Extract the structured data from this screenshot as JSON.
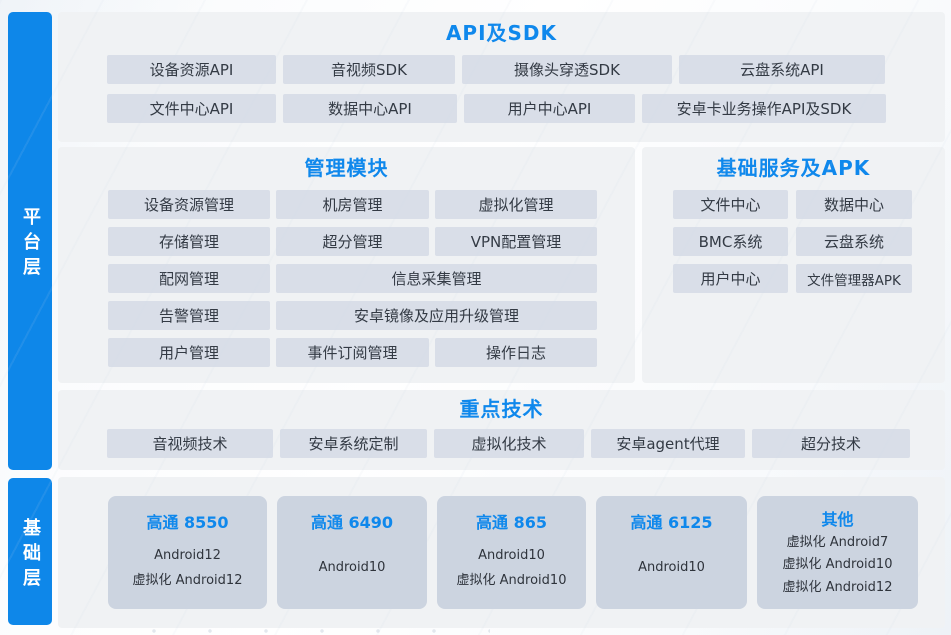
{
  "accent_color": "#0f88ec",
  "rail_color": "#0e87e9",
  "panel_color": "#f0f2f4",
  "box_color": "#d9dee8",
  "card_color": "#ccd4e0",
  "rail": {
    "platform_label": "平台层",
    "base_label": "基础层"
  },
  "sections": {
    "api": {
      "title": "API及SDK",
      "row1": [
        "设备资源API",
        "音视频SDK",
        "摄像头穿透SDK",
        "云盘系统API"
      ],
      "row2": [
        "文件中心API",
        "数据中心API",
        "用户中心API",
        "安卓卡业务操作API及SDK"
      ]
    },
    "management": {
      "title": "管理模块",
      "items": [
        "设备资源管理",
        "机房管理",
        "虚拟化管理",
        "存储管理",
        "超分管理",
        "VPN配置管理",
        "配网管理",
        "信息采集管理",
        "告警管理",
        "安卓镜像及应用升级管理",
        "用户管理",
        "事件订阅管理",
        "操作日志"
      ]
    },
    "services": {
      "title": "基础服务及APK",
      "items": [
        "文件中心",
        "数据中心",
        "BMC系统",
        "云盘系统",
        "用户中心",
        "文件管理器APK"
      ]
    },
    "tech": {
      "title": "重点技术",
      "items": [
        "音视频技术",
        "安卓系统定制",
        "虚拟化技术",
        "安卓agent代理",
        "超分技术"
      ]
    },
    "chips": {
      "cards": [
        {
          "title": "高通 8550",
          "lines": [
            "Android12",
            "虚拟化 Android12"
          ]
        },
        {
          "title": "高通 6490",
          "lines": [
            "Android10"
          ]
        },
        {
          "title": "高通 865",
          "lines": [
            "Android10",
            "虚拟化 Android10"
          ]
        },
        {
          "title": "高通 6125",
          "lines": [
            "Android10"
          ]
        },
        {
          "title": "其他",
          "lines": [
            "虚拟化 Android7",
            "虚拟化 Android10",
            "虚拟化 Android12"
          ]
        }
      ]
    }
  }
}
